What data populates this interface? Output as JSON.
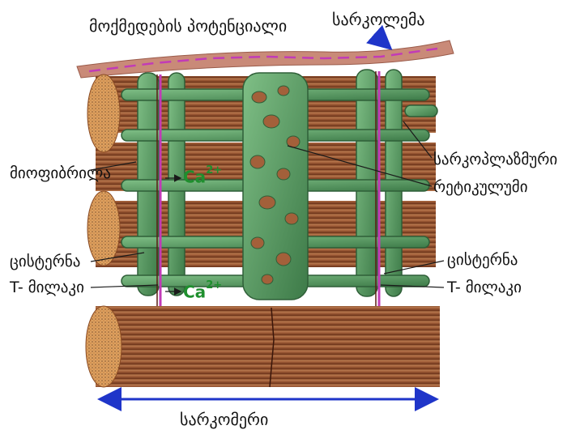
{
  "labels": {
    "action_potential": "მოქმედების პოტენციალი",
    "sarcolemma": "სარკოლემა",
    "myofibril": "მიოფიბრილა",
    "sarcoplasmic": "სარკოპლაზმური",
    "reticulum": "რეტიკულუმი",
    "cistern_left": "ცისტერნა",
    "cistern_right": "ცისტერნა",
    "t_tubule_left": "T- მილაკი",
    "t_tubule_right": "T- მილაკი",
    "sarcomere": "სარკომერი",
    "ca_symbol": "Ca",
    "ca_charge": "2+"
  },
  "colors": {
    "muscle_fiber": "#a3603a",
    "fiber_stripe": "#6e3418",
    "fiber_end": "#e6b068",
    "sarcolemma": "#c98a78",
    "reticulum_green": "#4f8f5a",
    "t_tubule_line": "#c23bb7",
    "sarcomere_arrow": "#1f35c9",
    "calcium_text": "#1f8f2e"
  }
}
